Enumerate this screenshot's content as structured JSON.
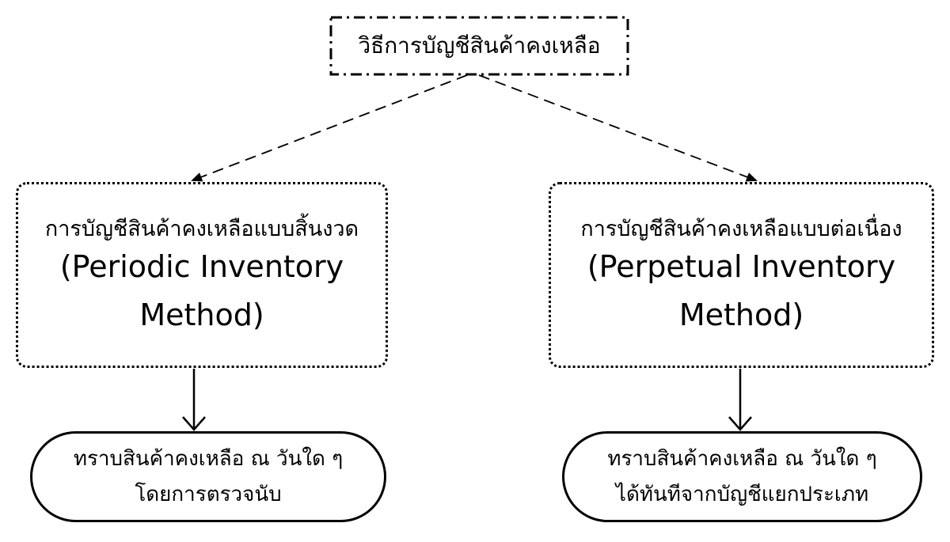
{
  "diagram": {
    "root": {
      "label": "วิธีการบัญชีสินค้าคงเหลือ"
    },
    "methods": [
      {
        "thai_label": "การบัญชีสินค้าคงเหลือแบบสิ้นงวด",
        "english_label_line1": "(Periodic Inventory",
        "english_label_line2": "Method)",
        "result_line1": "ทราบสินค้าคงเหลือ ณ วันใด ๆ",
        "result_line2": "โดยการตรวจนับ"
      },
      {
        "thai_label": "การบัญชีสินค้าคงเหลือแบบต่อเนื่อง",
        "english_label_line1": "(Perpetual Inventory",
        "english_label_line2": "Method)",
        "result_line1": "ทราบสินค้าคงเหลือ ณ วันใด ๆ",
        "result_line2": "ได้ทันทีจากบัญชีแยกประเภท"
      }
    ]
  },
  "colors": {
    "stroke": "#000000",
    "background": "#ffffff"
  }
}
